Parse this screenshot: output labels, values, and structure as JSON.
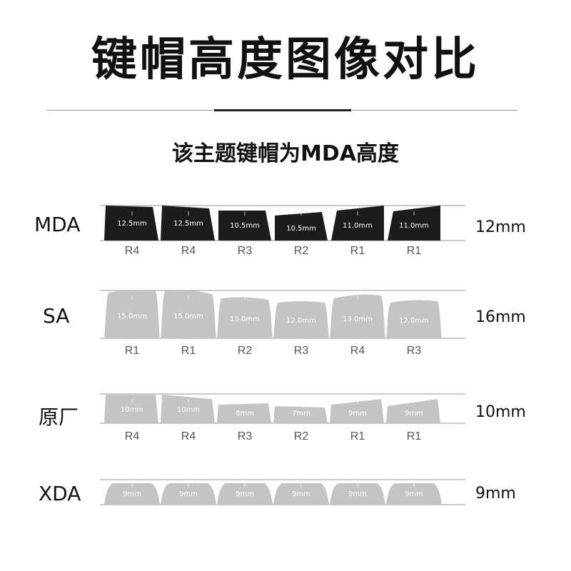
{
  "title": "键帽高度图像对比",
  "subtitle": "该主题键帽为MDA高度",
  "colors": {
    "dark_key": "#1c1c1c",
    "light_key": "#c4c4c4",
    "line": "#b8b8b8",
    "text": "#111111"
  },
  "profiles": [
    {
      "name": "MDA",
      "height": "12mm",
      "keys": [
        {
          "label": "12.5mm",
          "row": "R4"
        },
        {
          "label": "12.5mm",
          "row": "R4"
        },
        {
          "label": "10.5mm",
          "row": "R3"
        },
        {
          "label": "10.5mm",
          "row": "R2"
        },
        {
          "label": "11.0mm",
          "row": "R1"
        },
        {
          "label": "11.0mm",
          "row": "R1"
        }
      ]
    },
    {
      "name": "SA",
      "height": "16mm",
      "keys": [
        {
          "label": "15.0mm",
          "row": "R1"
        },
        {
          "label": "15.0mm",
          "row": "R1"
        },
        {
          "label": "13.0mm",
          "row": "R2"
        },
        {
          "label": "12.0mm",
          "row": "R3"
        },
        {
          "label": "13.0mm",
          "row": "R4"
        },
        {
          "label": "12.0mm",
          "row": "R3"
        }
      ]
    },
    {
      "name": "原厂",
      "height": "10mm",
      "keys": [
        {
          "label": "10mm",
          "row": "R4"
        },
        {
          "label": "10mm",
          "row": "R4"
        },
        {
          "label": "8mm",
          "row": "R3"
        },
        {
          "label": "7mm",
          "row": "R2"
        },
        {
          "label": "9mm",
          "row": "R1"
        },
        {
          "label": "9mm",
          "row": "R1"
        }
      ]
    },
    {
      "name": "XDA",
      "height": "9mm",
      "keys": [
        {
          "label": "9mm"
        },
        {
          "label": "9mm"
        },
        {
          "label": "9mm"
        },
        {
          "label": "9mm"
        },
        {
          "label": "9mm"
        },
        {
          "label": "9mm"
        }
      ]
    }
  ]
}
